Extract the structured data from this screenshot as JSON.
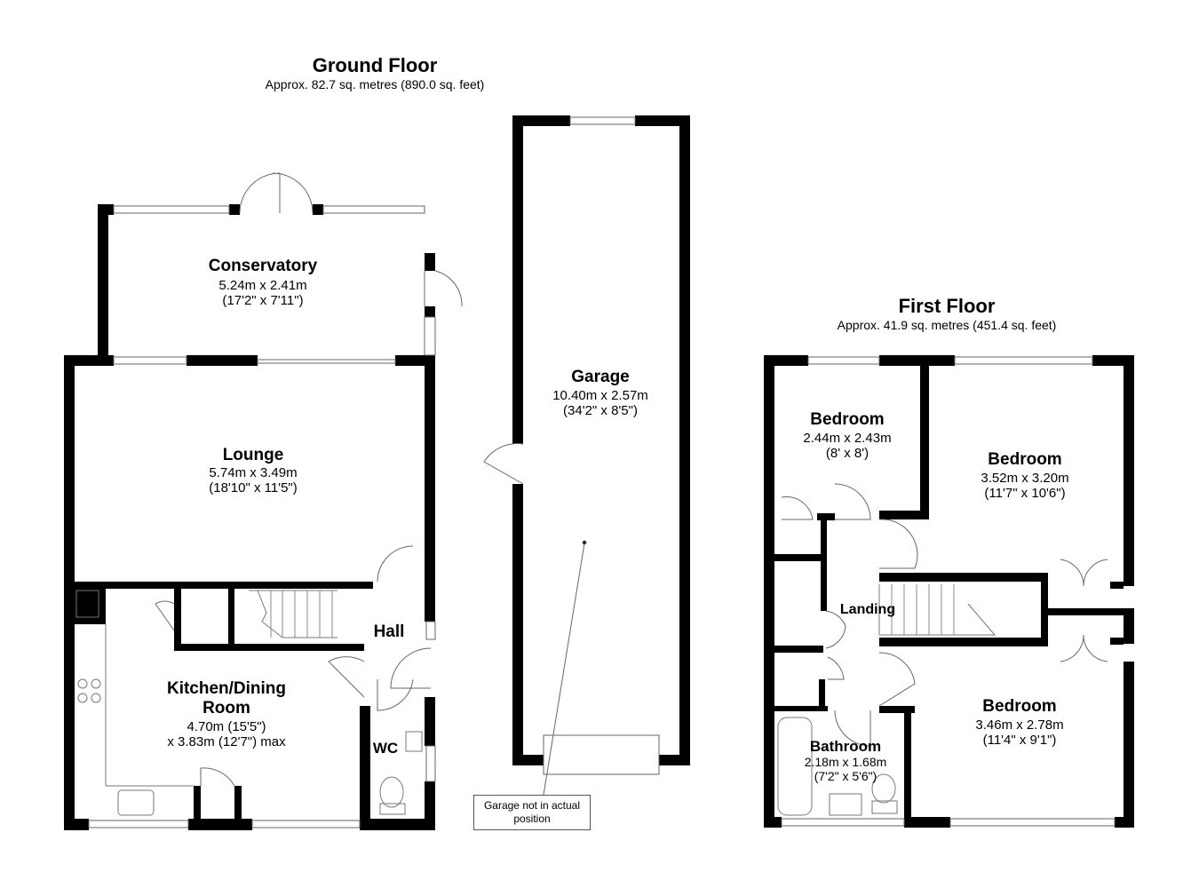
{
  "ground_floor": {
    "title": "Ground Floor",
    "area": "Approx. 82.7 sq. metres (890.0 sq. feet)",
    "rooms": [
      {
        "name": "Conservatory",
        "dims": [
          "5.24m x 2.41m",
          "(17'2\" x 7'11\")"
        ]
      },
      {
        "name": "Lounge",
        "dims": [
          "5.74m x 3.49m",
          "(18'10\" x 11'5\")"
        ]
      },
      {
        "name": "Hall",
        "dims": []
      },
      {
        "name": "Kitchen/Dining",
        "name2": "Room",
        "dims": [
          "4.70m (15'5\")",
          "x 3.83m (12'7\") max"
        ]
      },
      {
        "name": "WC",
        "dims": []
      }
    ]
  },
  "garage": {
    "name": "Garage",
    "dims": [
      "10.40m x 2.57m",
      "(34'2\" x 8'5\")"
    ],
    "note": [
      "Garage not in actual",
      "position"
    ]
  },
  "first_floor": {
    "title": "First Floor",
    "area": "Approx. 41.9 sq. metres (451.4 sq. feet)",
    "rooms": [
      {
        "name": "Bedroom",
        "dims": [
          "2.44m x 2.43m",
          "(8' x 8')"
        ]
      },
      {
        "name": "Bedroom",
        "dims": [
          "3.52m x 3.20m",
          "(11'7\" x 10'6\")"
        ]
      },
      {
        "name": "Landing",
        "dims": []
      },
      {
        "name": "Bedroom",
        "dims": [
          "3.46m x 2.78m",
          "(11'4\" x 9'1\")"
        ]
      },
      {
        "name": "Bathroom",
        "dims": [
          "2.18m x 1.68m",
          "(7'2\" x 5'6\")"
        ]
      }
    ]
  }
}
